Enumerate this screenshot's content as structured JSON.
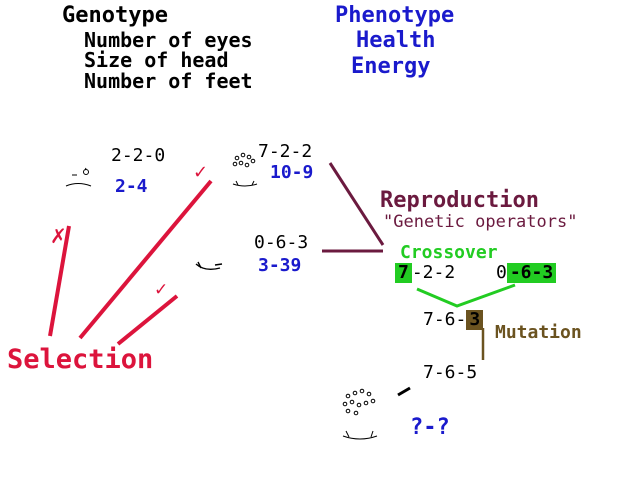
{
  "colors": {
    "black": "#000000",
    "blue": "#1a1acc",
    "selection": "#dc143c",
    "reproduction": "#6b1a3f",
    "crossover": "#22cc22",
    "mutation": "#6b5320"
  },
  "genotype": {
    "title": "Genotype",
    "items": [
      "Number of eyes",
      "Size of head",
      "Number of feet"
    ]
  },
  "phenotype": {
    "title": "Phenotype",
    "items": [
      "Health",
      "Energy"
    ]
  },
  "creatures": [
    {
      "genotype": "2-2-0",
      "phenotype": "2-4",
      "mark": "✗"
    },
    {
      "genotype": "7-2-2",
      "phenotype": "10-9",
      "mark": "✓"
    },
    {
      "genotype": "0-6-3",
      "phenotype": "3-39",
      "mark": "✓"
    }
  ],
  "labels": {
    "selection": "Selection",
    "reproduction": "Reproduction",
    "operators": "\"Genetic operators\"",
    "crossover": "Crossover",
    "mutation": "Mutation"
  },
  "crossover": {
    "parent1": {
      "highlight": "7",
      "rest": "-2-2"
    },
    "parent2": {
      "lead": "0",
      "highlight": "-6-3"
    },
    "child": {
      "lead": "7-6-",
      "highlight": "3"
    }
  },
  "offspring": {
    "genotype": "7-6-5",
    "phenotype": "?-?"
  }
}
